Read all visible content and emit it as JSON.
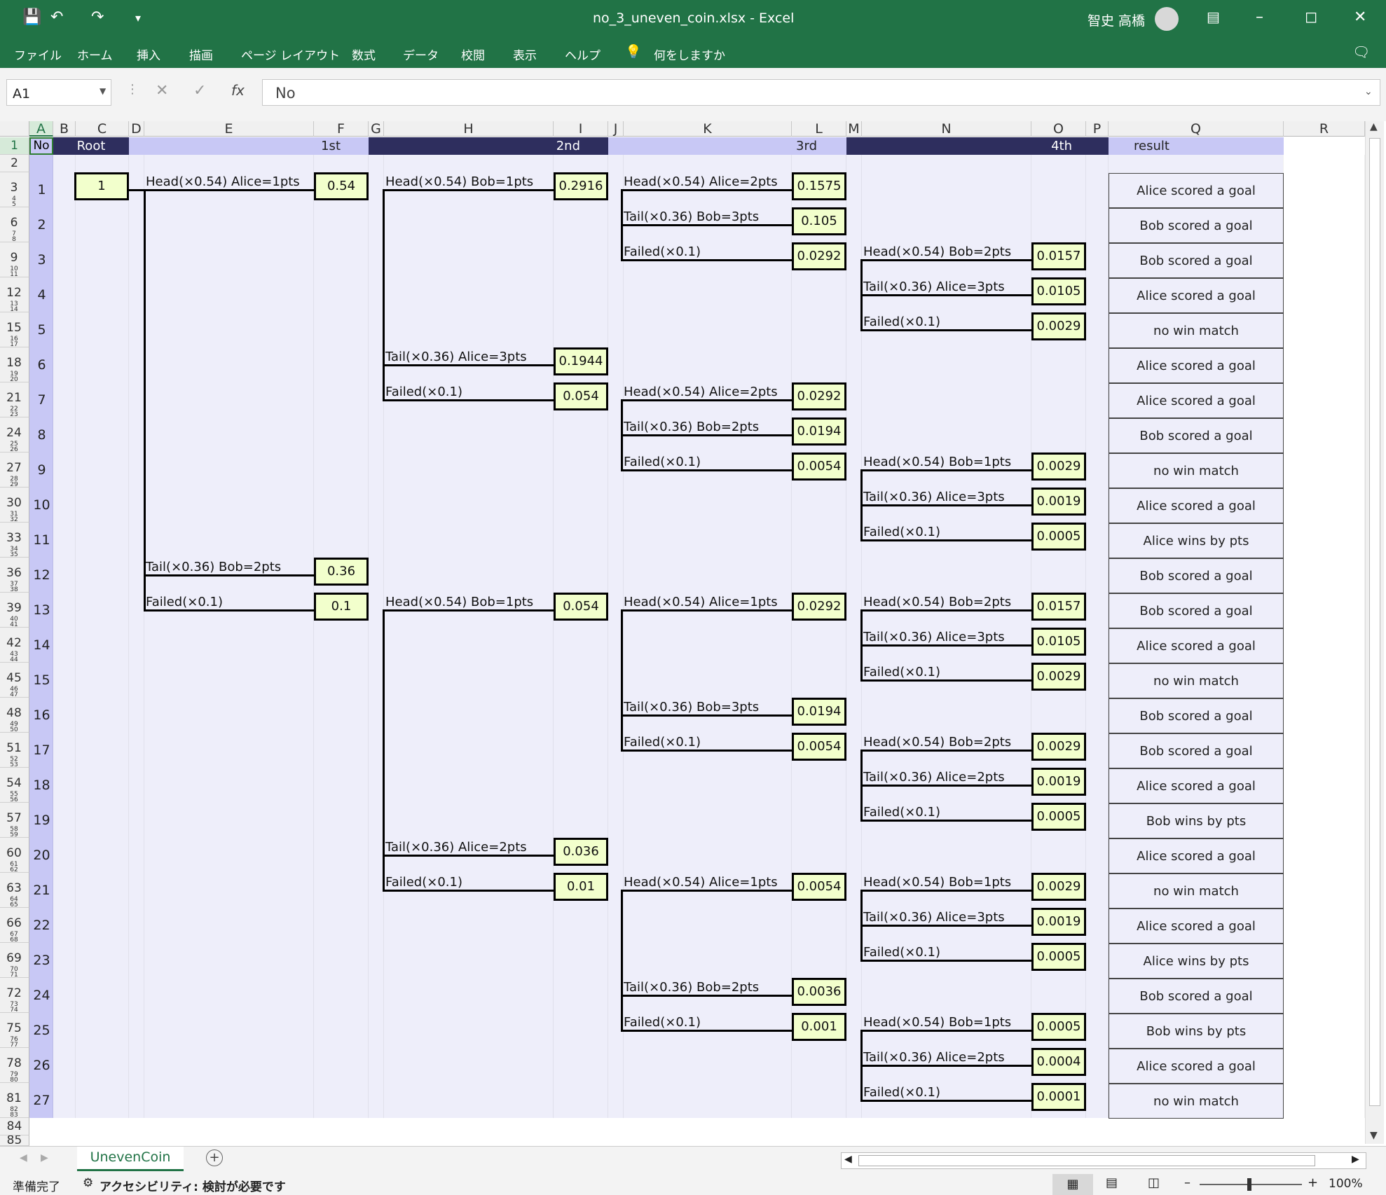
{
  "window": {
    "title": "no_3_uneven_coin.xlsx  -  Excel",
    "user": "智史 高橋"
  },
  "ribbon_tabs": [
    "ファイル",
    "ホーム",
    "挿入",
    "描画",
    "ページ レイアウト",
    "数式",
    "データ",
    "校閲",
    "表示",
    "ヘルプ"
  ],
  "tell_me": "何をしますか",
  "formula_bar": {
    "name_box": "A1",
    "formula": "No"
  },
  "columns": [
    "A",
    "B",
    "C",
    "D",
    "E",
    "F",
    "G",
    "H",
    "I",
    "J",
    "K",
    "L",
    "M",
    "N",
    "O",
    "P",
    "Q",
    "R"
  ],
  "header_row": {
    "no": "No",
    "root": "Root",
    "first": "1st",
    "second": "2nd",
    "third": "3rd",
    "fourth": "4th",
    "result": "result"
  },
  "row_numbers": [
    [
      "3",
      "4",
      "5"
    ],
    [
      "6",
      "7",
      "8"
    ],
    [
      "9",
      "10",
      "11"
    ],
    [
      "12",
      "13",
      "14"
    ],
    [
      "15",
      "16",
      "17"
    ],
    [
      "18",
      "19",
      "20"
    ],
    [
      "21",
      "22",
      "23"
    ],
    [
      "24",
      "25",
      "26"
    ],
    [
      "27",
      "28",
      "29"
    ],
    [
      "30",
      "31",
      "32"
    ],
    [
      "33",
      "34",
      "35"
    ],
    [
      "36",
      "37",
      "38"
    ],
    [
      "39",
      "40",
      "41"
    ],
    [
      "42",
      "43",
      "44"
    ],
    [
      "45",
      "46",
      "47"
    ],
    [
      "48",
      "49",
      "50"
    ],
    [
      "51",
      "52",
      "53"
    ],
    [
      "54",
      "55",
      "56"
    ],
    [
      "57",
      "58",
      "59"
    ],
    [
      "60",
      "61",
      "62"
    ],
    [
      "63",
      "64",
      "65"
    ],
    [
      "66",
      "67",
      "68"
    ],
    [
      "69",
      "70",
      "71"
    ],
    [
      "72",
      "73",
      "74"
    ],
    [
      "75",
      "76",
      "77"
    ],
    [
      "78",
      "79",
      "80"
    ],
    [
      "81",
      "82",
      "83"
    ]
  ],
  "extra_rows": {
    "r1": "1",
    "r2": "2",
    "r84": "84",
    "r85": "85"
  },
  "tree": {
    "root": "1",
    "level1": [
      {
        "row": 1,
        "label": "Head(×0.54) Alice=1pts",
        "value": "0.54"
      },
      {
        "row": 12,
        "label": "Tail(×0.36) Bob=2pts",
        "value": "0.36"
      },
      {
        "row": 13,
        "label": "Failed(×0.1)",
        "value": "0.1"
      }
    ],
    "level2": [
      {
        "row": 1,
        "label": "Head(×0.54) Bob=1pts",
        "value": "0.2916"
      },
      {
        "row": 6,
        "label": "Tail(×0.36) Alice=3pts",
        "value": "0.1944"
      },
      {
        "row": 7,
        "label": "Failed(×0.1)",
        "value": "0.054"
      },
      {
        "row": 13,
        "label": "Head(×0.54) Bob=1pts",
        "value": "0.054"
      },
      {
        "row": 20,
        "label": "Tail(×0.36) Alice=2pts",
        "value": "0.036"
      },
      {
        "row": 21,
        "label": "Failed(×0.1)",
        "value": "0.01"
      }
    ],
    "level3": [
      {
        "row": 1,
        "label": "Head(×0.54) Alice=2pts",
        "value": "0.1575"
      },
      {
        "row": 2,
        "label": "Tail(×0.36) Bob=3pts",
        "value": "0.105"
      },
      {
        "row": 3,
        "label": "Failed(×0.1)",
        "value": "0.0292"
      },
      {
        "row": 7,
        "label": "Head(×0.54) Alice=2pts",
        "value": "0.0292"
      },
      {
        "row": 8,
        "label": "Tail(×0.36) Bob=2pts",
        "value": "0.0194"
      },
      {
        "row": 9,
        "label": "Failed(×0.1)",
        "value": "0.0054"
      },
      {
        "row": 13,
        "label": "Head(×0.54) Alice=1pts",
        "value": "0.0292"
      },
      {
        "row": 16,
        "label": "Tail(×0.36) Bob=3pts",
        "value": "0.0194"
      },
      {
        "row": 17,
        "label": "Failed(×0.1)",
        "value": "0.0054"
      },
      {
        "row": 21,
        "label": "Head(×0.54) Alice=1pts",
        "value": "0.0054"
      },
      {
        "row": 24,
        "label": "Tail(×0.36) Bob=2pts",
        "value": "0.0036"
      },
      {
        "row": 25,
        "label": "Failed(×0.1)",
        "value": "0.001"
      }
    ],
    "level4": [
      {
        "row": 3,
        "label": "Head(×0.54) Bob=2pts",
        "value": "0.0157"
      },
      {
        "row": 4,
        "label": "Tail(×0.36) Alice=3pts",
        "value": "0.0105"
      },
      {
        "row": 5,
        "label": "Failed(×0.1)",
        "value": "0.0029"
      },
      {
        "row": 9,
        "label": "Head(×0.54) Bob=1pts",
        "value": "0.0029"
      },
      {
        "row": 10,
        "label": "Tail(×0.36) Alice=3pts",
        "value": "0.0019"
      },
      {
        "row": 11,
        "label": "Failed(×0.1)",
        "value": "0.0005"
      },
      {
        "row": 13,
        "label": "Head(×0.54) Bob=2pts",
        "value": "0.0157"
      },
      {
        "row": 14,
        "label": "Tail(×0.36) Alice=3pts",
        "value": "0.0105"
      },
      {
        "row": 15,
        "label": "Failed(×0.1)",
        "value": "0.0029"
      },
      {
        "row": 17,
        "label": "Head(×0.54) Bob=2pts",
        "value": "0.0029"
      },
      {
        "row": 18,
        "label": "Tail(×0.36) Alice=2pts",
        "value": "0.0019"
      },
      {
        "row": 19,
        "label": "Failed(×0.1)",
        "value": "0.0005"
      },
      {
        "row": 21,
        "label": "Head(×0.54) Bob=1pts",
        "value": "0.0029"
      },
      {
        "row": 22,
        "label": "Tail(×0.36) Alice=3pts",
        "value": "0.0019"
      },
      {
        "row": 23,
        "label": "Failed(×0.1)",
        "value": "0.0005"
      },
      {
        "row": 25,
        "label": "Head(×0.54) Bob=1pts",
        "value": "0.0005"
      },
      {
        "row": 26,
        "label": "Tail(×0.36) Alice=2pts",
        "value": "0.0004"
      },
      {
        "row": 27,
        "label": "Failed(×0.1)",
        "value": "0.0001"
      }
    ]
  },
  "results": [
    "Alice scored a goal",
    "Bob scored a goal",
    "Bob scored a goal",
    "Alice scored a goal",
    "no win match",
    "Alice scored a goal",
    "Alice scored a goal",
    "Bob scored a goal",
    "no win match",
    "Alice scored a goal",
    "Alice wins by pts",
    "Bob scored a goal",
    "Bob scored a goal",
    "Alice scored a goal",
    "no win match",
    "Bob scored a goal",
    "Bob scored a goal",
    "Alice scored a goal",
    "Bob wins by pts",
    "Alice scored a goal",
    "no win match",
    "Alice scored a goal",
    "Alice wins by pts",
    "Bob scored a goal",
    "Bob wins by pts",
    "Alice scored a goal",
    "no win match"
  ],
  "sheet_tab": "UnevenCoin",
  "status": {
    "ready": "準備完了",
    "accessibility": "アクセシビリティ: 検討が必要です",
    "zoom": "100%"
  },
  "colors": {
    "titlebar": "#217346",
    "header_band": "#2e2e5e",
    "header_light": "#c8c8f5",
    "grid_bg": "#eeeefa",
    "box_fill": "#f2ffcc"
  }
}
